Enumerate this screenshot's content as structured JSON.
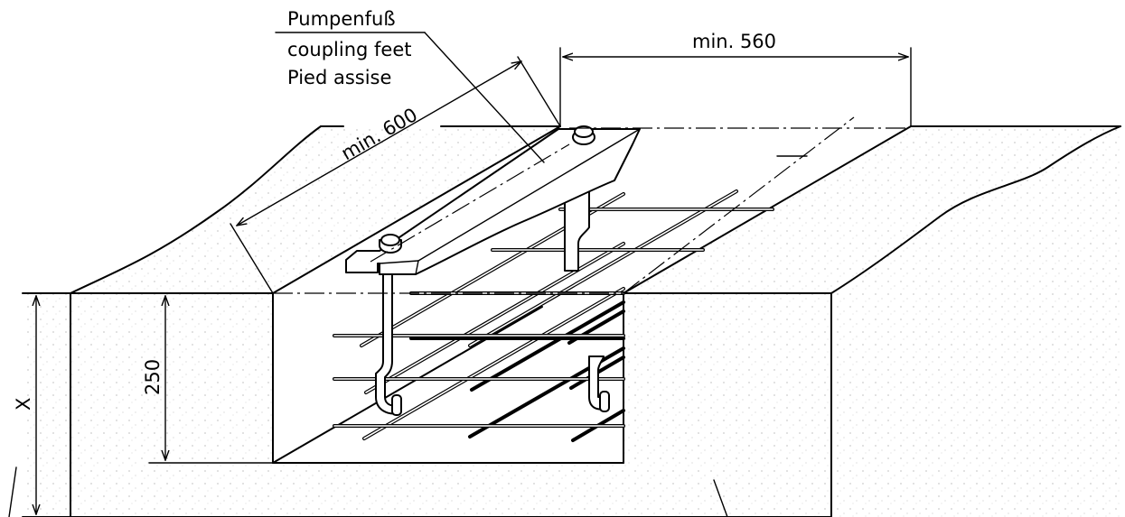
{
  "labels": {
    "part_de": "Pumpenfuß",
    "part_en": "coupling feet",
    "part_fr": "Pied assise",
    "dim_length": "min. 600",
    "dim_width": "min. 560",
    "dim_depth": "250",
    "dim_total": "X"
  }
}
